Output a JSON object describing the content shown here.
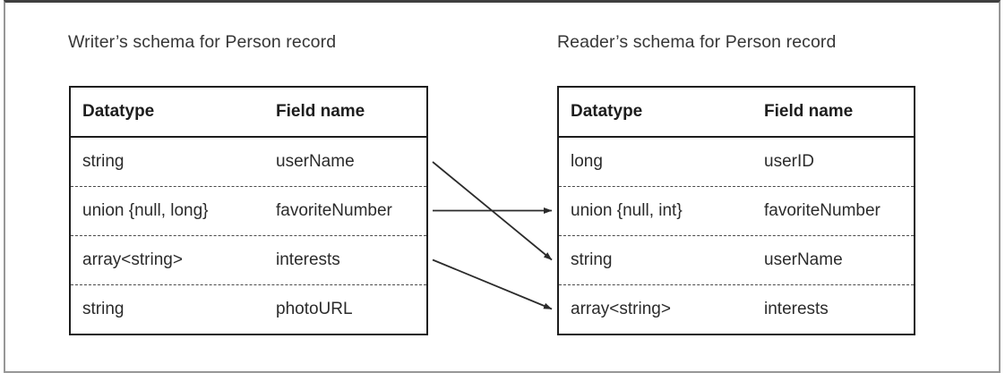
{
  "diagram": {
    "writer": {
      "title": "Writer’s schema for Person record",
      "columns": {
        "datatype": "Datatype",
        "field": "Field name"
      },
      "rows": [
        {
          "datatype": "string",
          "field": "userName"
        },
        {
          "datatype": "union {null, long}",
          "field": "favoriteNumber"
        },
        {
          "datatype": "array<string>",
          "field": "interests"
        },
        {
          "datatype": "string",
          "field": "photoURL"
        }
      ]
    },
    "reader": {
      "title": "Reader’s schema for Person record",
      "columns": {
        "datatype": "Datatype",
        "field": "Field name"
      },
      "rows": [
        {
          "datatype": "long",
          "field": "userID"
        },
        {
          "datatype": "union {null, int}",
          "field": "favoriteNumber"
        },
        {
          "datatype": "string",
          "field": "userName"
        },
        {
          "datatype": "array<string>",
          "field": "interests"
        }
      ]
    },
    "mappings": [
      {
        "from": "userName",
        "to": "userName"
      },
      {
        "from": "favoriteNumber",
        "to": "favoriteNumber"
      },
      {
        "from": "interests",
        "to": "interests"
      }
    ],
    "colors": {
      "arrow": "#2b2b2b",
      "table_border": "#1d1d1d",
      "text": "#2b2b2b",
      "frame": "#979797",
      "frame_top": "#3f3f3f"
    }
  }
}
